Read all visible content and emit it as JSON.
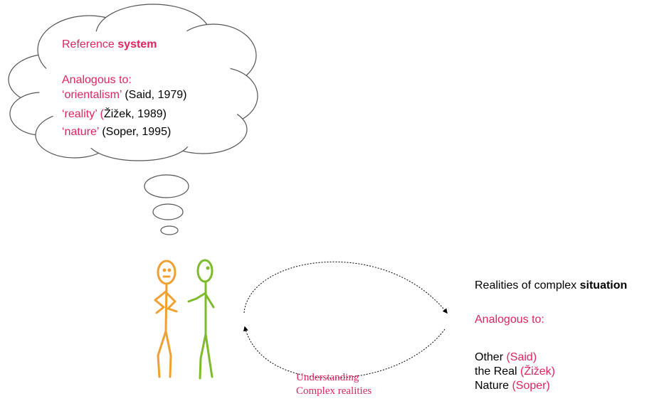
{
  "colors": {
    "accent": "#e0245e",
    "orange": "#f0a030",
    "green": "#7dbb2d",
    "outline": "#555555"
  },
  "cloud": {
    "title_prefix": "Reference ",
    "title_bold": "system",
    "analogous": "Analogous to:",
    "lines": [
      {
        "term": "‘orientalism’",
        "ref": " (Said, 1979)"
      },
      {
        "term": "‘reality’  (",
        "ref": "Žižek, 1989)"
      },
      {
        "term": "‘nature’",
        "ref": " (Soper, 1995)"
      }
    ]
  },
  "situation": {
    "title_prefix": "Realities of complex ",
    "title_bold": "situation",
    "analogous": "Analogous to:",
    "items": [
      {
        "term": "Other",
        "ref": " (Said)"
      },
      {
        "term": "the Real",
        "ref": " (Žižek)"
      },
      {
        "term": "Nature",
        "ref": " (Soper)"
      }
    ]
  },
  "arrow_label": {
    "line1": "Understanding",
    "line2": "Complex realities"
  },
  "icons": [
    "thought-cloud-icon",
    "orange-stick-figure-icon",
    "green-stick-figure-icon"
  ]
}
